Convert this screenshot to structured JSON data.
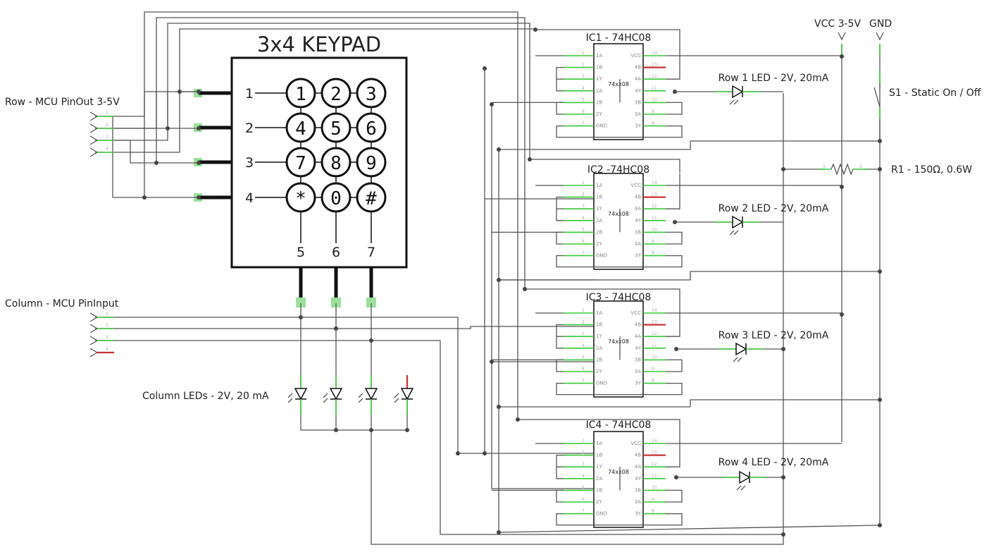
{
  "title": "3x4 KEYPAD",
  "keys": [
    "1",
    "2",
    "3",
    "4",
    "5",
    "6",
    "7",
    "8",
    "9",
    "*",
    "0",
    "#"
  ],
  "row_numbers": [
    "1",
    "2",
    "3",
    "4"
  ],
  "column_numbers": [
    "5",
    "6",
    "7"
  ],
  "labels": {
    "row_mcu": "Row - MCU PinOut 3-5V",
    "column_mcu": "Column - MCU PinInput",
    "column_leds": "Column LEDs - 2V, 20 mA",
    "vcc": "VCC 3-5V",
    "gnd": "GND",
    "switch": "S1 - Static On / Off",
    "resistor": "R1 - 150Ω, 0.6W"
  },
  "ics": [
    {
      "title": "IC1 - 74HC08",
      "part": "74xx08",
      "led": "Row 1 LED - 2V, 20mA"
    },
    {
      "title": "IC2 -74HC08",
      "part": "74xx08",
      "led": "Row 2 LED - 2V, 20mA"
    },
    {
      "title": "IC3 - 74HC08",
      "part": "74xx08",
      "led": "Row 3 LED - 2V, 20mA"
    },
    {
      "title": "IC4 - 74HC08",
      "part": "74xx08",
      "led": "Row 4 LED - 2V, 20mA"
    }
  ],
  "ic_left_pins": [
    "1A",
    "1B",
    "1Y",
    "2A",
    "2B",
    "2Y",
    "GND"
  ],
  "ic_right_pins": [
    "VCC",
    "4B",
    "4A",
    "4Y",
    "3B",
    "3A",
    "3Y"
  ],
  "ic_left_numbers": [
    "1",
    "2",
    "3",
    "4",
    "5",
    "6",
    "7"
  ],
  "ic_right_numbers": [
    "14",
    "13",
    "12",
    "11",
    "10",
    "9",
    "8"
  ],
  "connector_pins": [
    "1",
    "2",
    "3",
    "4"
  ],
  "resistor_pins": [
    "1",
    "2"
  ],
  "colors": {
    "wire": "#555555",
    "pin": "#37c837",
    "unused_pin": "#c83232",
    "pad": "#9be09b"
  }
}
